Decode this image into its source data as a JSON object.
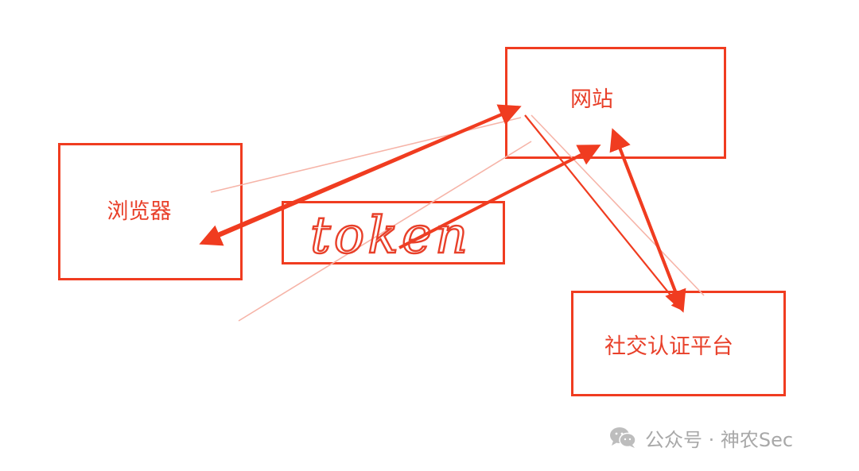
{
  "nodes": {
    "website": "网站",
    "browser": "浏览器",
    "social_auth": "社交认证平台",
    "token": "token"
  },
  "watermark": {
    "text": "公众号 · 神农Sec",
    "icon": "wechat-icon"
  },
  "colors": {
    "accent": "#f03c20",
    "label": "#e8402a",
    "watermark": "#a8a8a8",
    "background": "#ffffff"
  }
}
